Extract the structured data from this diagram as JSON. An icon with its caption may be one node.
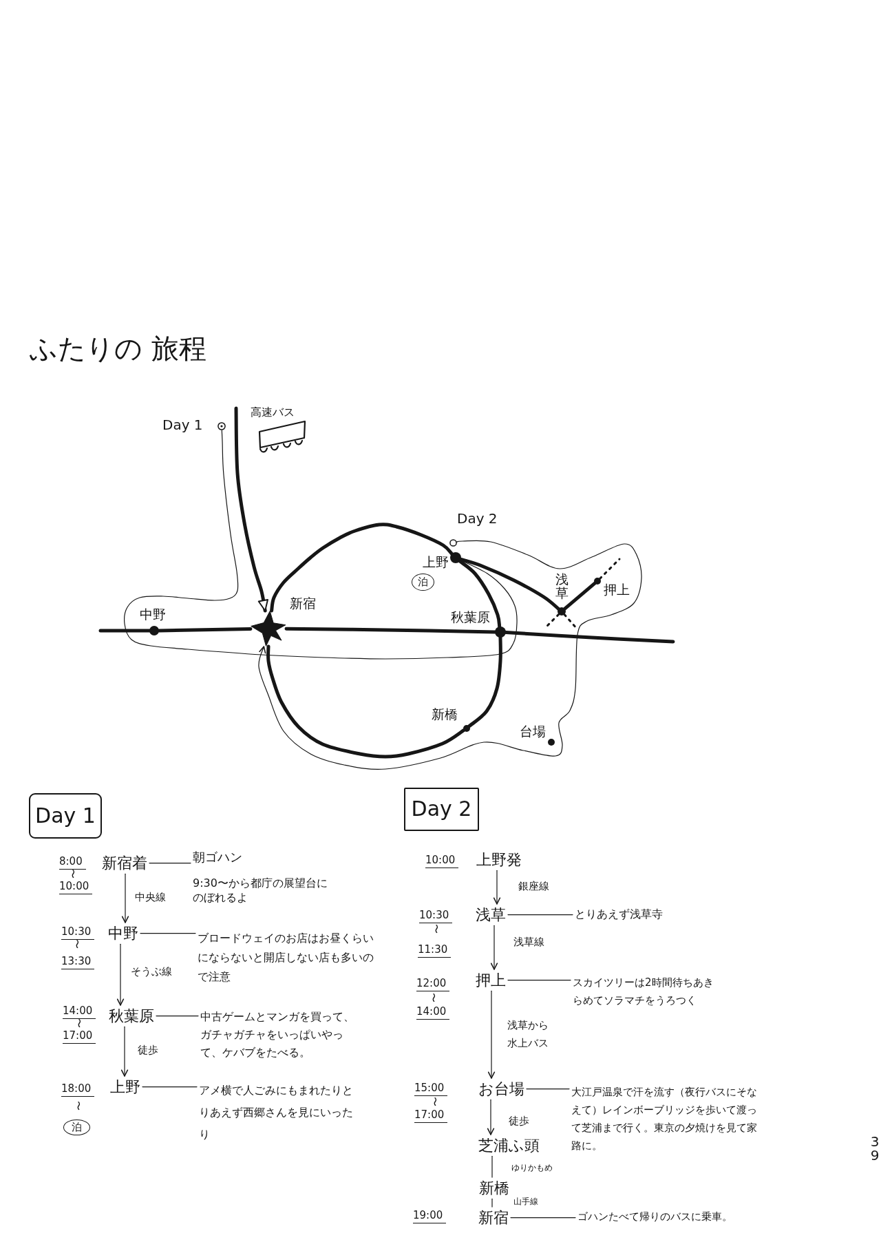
{
  "diagram": {
    "title": "ふたりの 旅程",
    "nodes": [
      {
        "text": [],
        "shape": "circle",
        "beside": [
          "Day 1"
        ]
      },
      {
        "text": [],
        "shape": "star",
        "beside": [
          "新宿"
        ]
      },
      {
        "text": [],
        "shape": "circle",
        "beside": [
          "中野"
        ]
      },
      {
        "text": [],
        "shape": "circle",
        "beside": [
          "Day 2"
        ]
      },
      {
        "text": [],
        "shape": "circle",
        "beside": [
          "上野",
          "泊"
        ]
      },
      {
        "text": [],
        "shape": "circle",
        "beside": [
          "浅草"
        ]
      },
      {
        "text": [],
        "shape": "circle",
        "beside": [
          "押上"
        ]
      },
      {
        "text": [],
        "shape": "circle",
        "beside": [
          "秋葉原"
        ]
      },
      {
        "text": [],
        "shape": "circle",
        "beside": [
          "新橋"
        ]
      },
      {
        "text": [],
        "shape": "circle",
        "beside": [
          "台場"
        ]
      },
      {
        "text": [
          "Day 1"
        ]
      },
      {
        "text": [
          "新宿着"
        ],
        "beside": [
          "8:00",
          "〜",
          "10:00"
        ]
      },
      {
        "text": [
          "朝ゴハン",
          "9:30〜から都庁の展望台にのぼれるよ"
        ]
      },
      {
        "text": [
          "中野"
        ],
        "beside": [
          "10:30",
          "〜",
          "13:30"
        ]
      },
      {
        "text": [
          "ブロードウェイのお店はお昼くらいにならないと開店しない店も多いので注意"
        ]
      },
      {
        "text": [
          "秋葉原"
        ],
        "beside": [
          "14:00",
          "〜",
          "17:00"
        ]
      },
      {
        "text": [
          "中古ゲームとマンガを買って、ガチャガチャをいっぱいやって、ケバブをたべる。"
        ]
      },
      {
        "text": [
          "上野"
        ],
        "beside": [
          "18:00",
          "〜",
          "泊"
        ]
      },
      {
        "text": [
          "アメ横で人ごみにもまれたりとりあえず西郷さんを見にいったり"
        ]
      },
      {
        "text": [
          "Day 2"
        ]
      },
      {
        "text": [
          "上野発"
        ],
        "beside": [
          "10:00"
        ]
      },
      {
        "text": [
          "浅草"
        ],
        "beside": [
          "10:30",
          "〜",
          "11:30"
        ]
      },
      {
        "text": [
          "とりあえず浅草寺"
        ]
      },
      {
        "text": [
          "押上"
        ],
        "beside": [
          "12:00",
          "〜",
          "14:00"
        ]
      },
      {
        "text": [
          "スカイツリーは2時間待ちあきらめてソラマチをうろつく"
        ]
      },
      {
        "text": [
          "お台場"
        ],
        "beside": [
          "15:00",
          "〜",
          "17:00"
        ]
      },
      {
        "text": [
          "大江戸温泉で汗を流す（夜行バスにそなえて）レインボーブリッジを歩いて渡って芝浦まで行く。東京の夕焼けを見て家路に。"
        ]
      },
      {
        "text": [
          "芝浦ふ頭"
        ]
      },
      {
        "text": [
          "新橋"
        ]
      },
      {
        "text": [
          "新宿"
        ],
        "beside": [
          "19:00"
        ]
      },
      {
        "text": [
          "ゴハンたべて帰りのバスに乗車。"
        ]
      }
    ],
    "edges": [
      {
        "from": 0,
        "to": 4,
        "arrow": "to"
      },
      {
        "from": null,
        "to": 1,
        "arrow": "to",
        "label": "高速バス",
        "style": "thick"
      },
      {
        "from": 3,
        "to": 1,
        "arrow": "to"
      },
      {
        "from": null,
        "to": 2,
        "arrow": "none",
        "style": "thick"
      },
      {
        "from": 2,
        "to": 1,
        "arrow": "none",
        "style": "thick"
      },
      {
        "from": 1,
        "to": 7,
        "arrow": "none",
        "style": "thick"
      },
      {
        "from": 7,
        "to": null,
        "arrow": "none",
        "style": "thick"
      },
      {
        "from": 1,
        "to": 4,
        "arrow": "none",
        "style": "thick"
      },
      {
        "from": 4,
        "to": 7,
        "arrow": "none",
        "style": "thick"
      },
      {
        "from": 7,
        "to": 8,
        "arrow": "none",
        "style": "thick"
      },
      {
        "from": 8,
        "to": 1,
        "arrow": "none",
        "style": "thick"
      },
      {
        "from": 4,
        "to": 5,
        "arrow": "none",
        "style": "thick"
      },
      {
        "from": 5,
        "to": 6,
        "arrow": "none",
        "style": "thick"
      },
      {
        "from": 6,
        "to": null,
        "arrow": "none",
        "style": "dashed"
      },
      {
        "from": 5,
        "to": null,
        "arrow": "none",
        "style": "dashed"
      },
      {
        "from": 5,
        "to": null,
        "arrow": "none",
        "style": "dashed"
      },
      {
        "from": 11,
        "to": 12,
        "arrow": "none"
      },
      {
        "from": 11,
        "to": 13,
        "arrow": "to",
        "label": "中央線"
      },
      {
        "from": 13,
        "to": 14,
        "arrow": "none"
      },
      {
        "from": 13,
        "to": 15,
        "arrow": "to",
        "label": "そうぶ線"
      },
      {
        "from": 15,
        "to": 16,
        "arrow": "none"
      },
      {
        "from": 15,
        "to": 17,
        "arrow": "to",
        "label": "徒歩"
      },
      {
        "from": 17,
        "to": 18,
        "arrow": "none"
      },
      {
        "from": 20,
        "to": 21,
        "arrow": "to",
        "label": "銀座線"
      },
      {
        "from": 21,
        "to": 22,
        "arrow": "none"
      },
      {
        "from": 21,
        "to": 23,
        "arrow": "to",
        "label": "浅草線"
      },
      {
        "from": 23,
        "to": 24,
        "arrow": "none"
      },
      {
        "from": 23,
        "to": 25,
        "arrow": "to",
        "label": "浅草から水上バス"
      },
      {
        "from": 25,
        "to": 26,
        "arrow": "none"
      },
      {
        "from": 25,
        "to": 27,
        "arrow": "to",
        "label": "徒歩"
      },
      {
        "from": 27,
        "to": 28,
        "arrow": "none",
        "label": "ゆりかもめ"
      },
      {
        "from": 28,
        "to": 29,
        "arrow": "none",
        "label": "山手線"
      },
      {
        "from": 29,
        "to": 30,
        "arrow": "none"
      }
    ],
    "labels": [
      "39"
    ]
  }
}
